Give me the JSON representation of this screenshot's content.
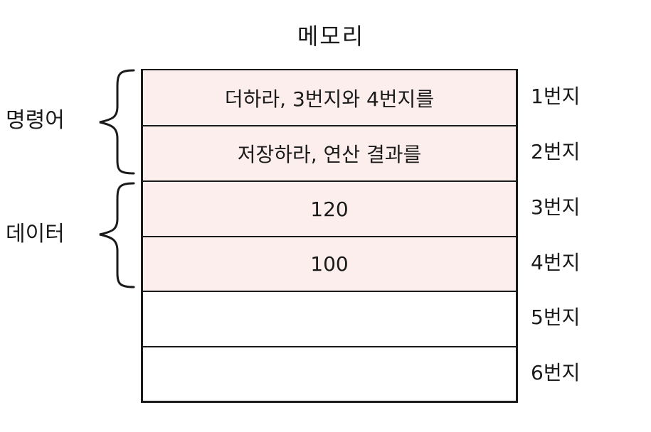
{
  "title": "메모리",
  "groups": [
    {
      "label": "명령어"
    },
    {
      "label": "데이터"
    }
  ],
  "cells": [
    {
      "content": "더하라, 3번지와 4번지를",
      "address": "1번지",
      "filled": true
    },
    {
      "content": "저장하라, 연산 결과를",
      "address": "2번지",
      "filled": true
    },
    {
      "content": "120",
      "address": "3번지",
      "filled": true
    },
    {
      "content": "100",
      "address": "4번지",
      "filled": true
    },
    {
      "content": "",
      "address": "5번지",
      "filled": false
    },
    {
      "content": "",
      "address": "6번지",
      "filled": false
    }
  ],
  "colors": {
    "filled_cell": "#fdeeee",
    "empty_cell": "#ffffff",
    "ink": "#1a1a1a"
  }
}
